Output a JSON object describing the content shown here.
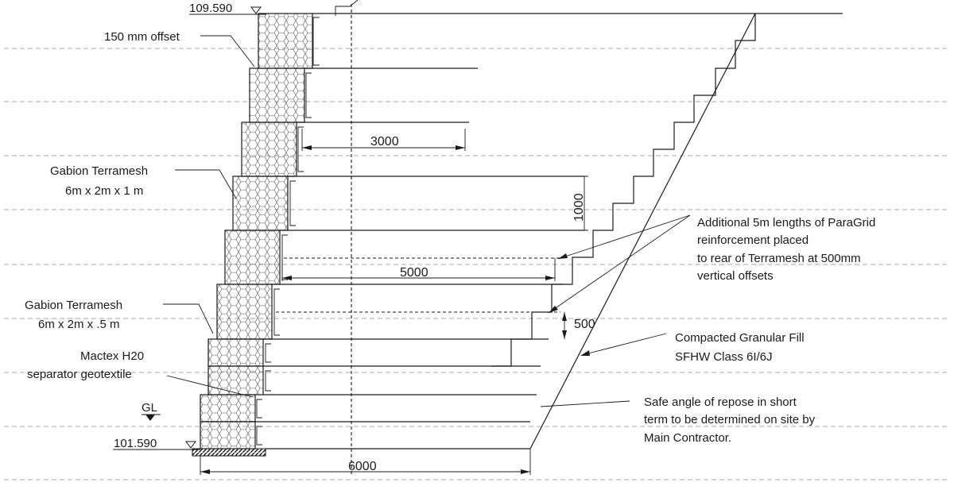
{
  "levels": {
    "top": "109.590",
    "bottom": "101.590",
    "ground": "GL"
  },
  "labels": {
    "offset": "150 mm offset",
    "gabion_1m_line1": "Gabion Terramesh",
    "gabion_1m_line2": "6m x 2m x 1 m",
    "gabion_05m_line1": "Gabion Terramesh",
    "gabion_05m_line2": "6m x 2m x .5 m",
    "mactex_line1": "Mactex H20",
    "mactex_line2": "separator geotextile",
    "paragrid_line1": "Additional 5m lengths of ParaGrid",
    "paragrid_line2": "reinforcement placed",
    "paragrid_line3": "to rear of Terramesh at 500mm",
    "paragrid_line4": "vertical offsets",
    "fill_line1": "Compacted Granular Fill",
    "fill_line2": "SFHW Class 6I/6J",
    "repose_line1": "Safe angle of repose in short",
    "repose_line2": "term to be determined on site by",
    "repose_line3": "Main Contractor."
  },
  "dimensions": {
    "d3000": "3000",
    "d1000": "1000",
    "d5000": "5000",
    "d500": "500",
    "d6000": "6000"
  }
}
